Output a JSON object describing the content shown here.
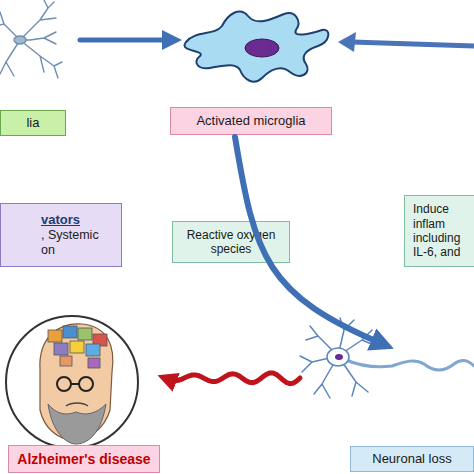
{
  "diagram": {
    "nodes": [
      {
        "text": [
          "lia"
        ]
      },
      {
        "text": [
          "Activated microglia"
        ]
      },
      {
        "text": [
          "vators",
          ", Systemic on"
        ]
      },
      {
        "text": [
          "Reactive oxygen species"
        ]
      },
      {
        "text": [
          "Induce inflam including IL-6, and"
        ]
      },
      {
        "text": [
          "Alzheimer's disease"
        ]
      },
      {
        "text": [
          "Neuronal loss"
        ]
      }
    ],
    "edges": [
      {
        "from": 0,
        "to": 1,
        "arrow": "to"
      },
      {
        "from": 1,
        "to": 6,
        "arrow": "to"
      },
      {
        "from": 6,
        "to": 5,
        "arrow": "to"
      }
    ]
  }
}
